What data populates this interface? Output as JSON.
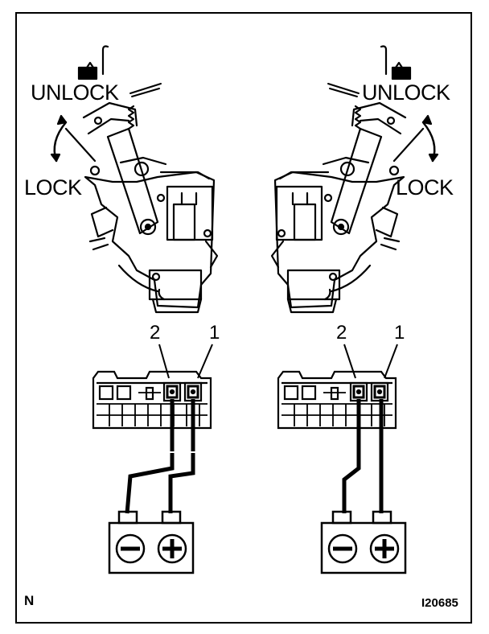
{
  "labels": {
    "left_unlock": "UNLOCK",
    "left_lock": "LOCK",
    "right_unlock": "UNLOCK",
    "right_lock": "LOCK",
    "left_pin_2": "2",
    "left_pin_1": "1",
    "right_pin_2": "2",
    "right_pin_1": "1",
    "corner_left": "N",
    "corner_right": "I20685"
  },
  "colors": {
    "ink": "#000000",
    "paper": "#ffffff"
  },
  "icons": [
    "door-lock-actuator-icon",
    "connector-icon",
    "battery-icon",
    "minus-terminal-icon",
    "plus-terminal-icon"
  ]
}
